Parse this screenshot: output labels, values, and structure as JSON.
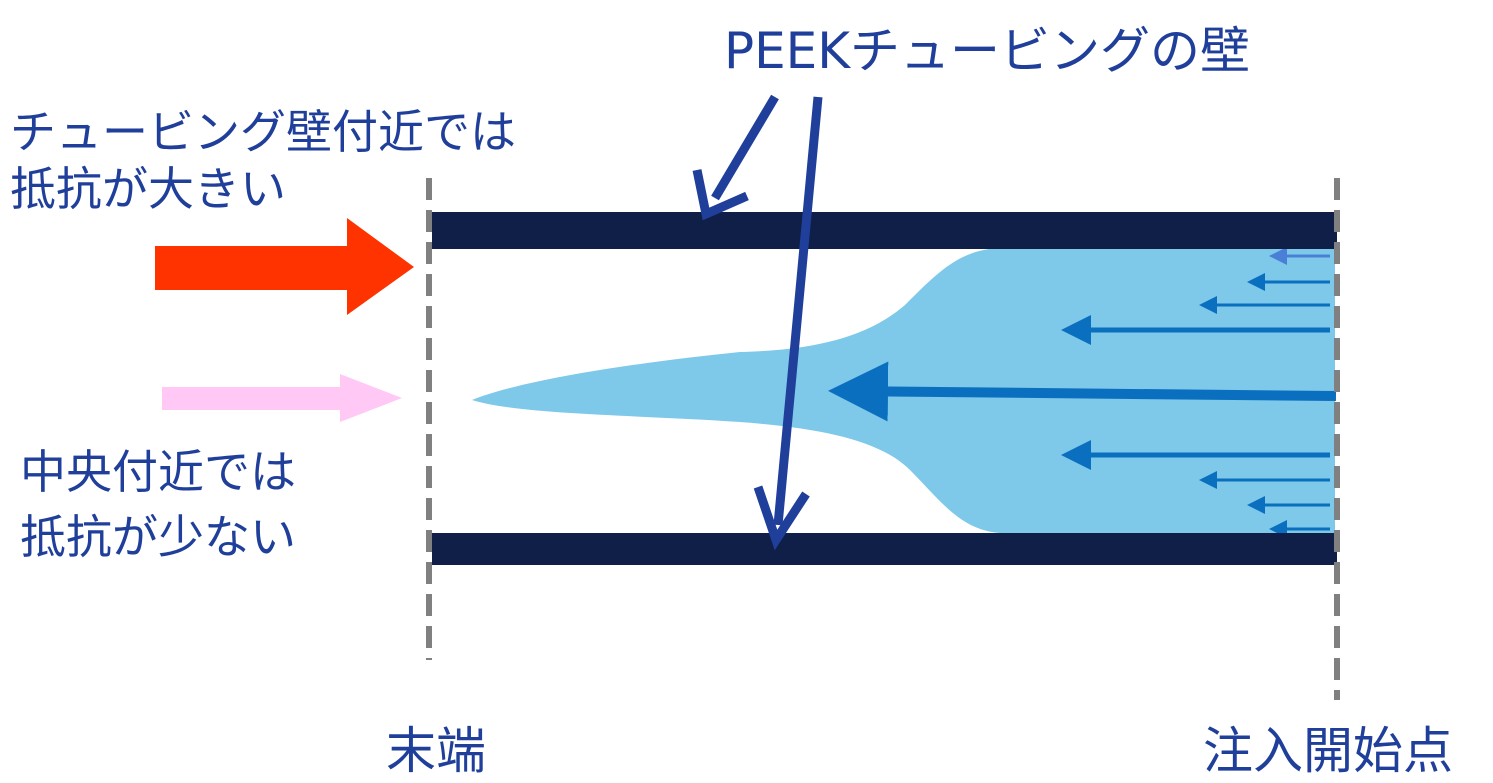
{
  "title_label": "PEEKチュービングの壁",
  "wall_note": {
    "line1": "チュービング壁付近では",
    "line2": "抵抗が大きい"
  },
  "center_note": {
    "line1": "中央付近では",
    "line2": "抵抗が少ない"
  },
  "end_label": "末端",
  "start_label": "注入開始点",
  "colors": {
    "tube_wall": "#0F1F47",
    "fluid": "#7EC8EA",
    "flow_arrow": "#0B6FBF",
    "label_text": "#1F3F9A",
    "pointer_arrow": "#1F3F9A",
    "high_resistance_arrow": "#FF3300",
    "low_resistance_arrow": "#FFC8F5",
    "boundary_dash": "#808080"
  }
}
